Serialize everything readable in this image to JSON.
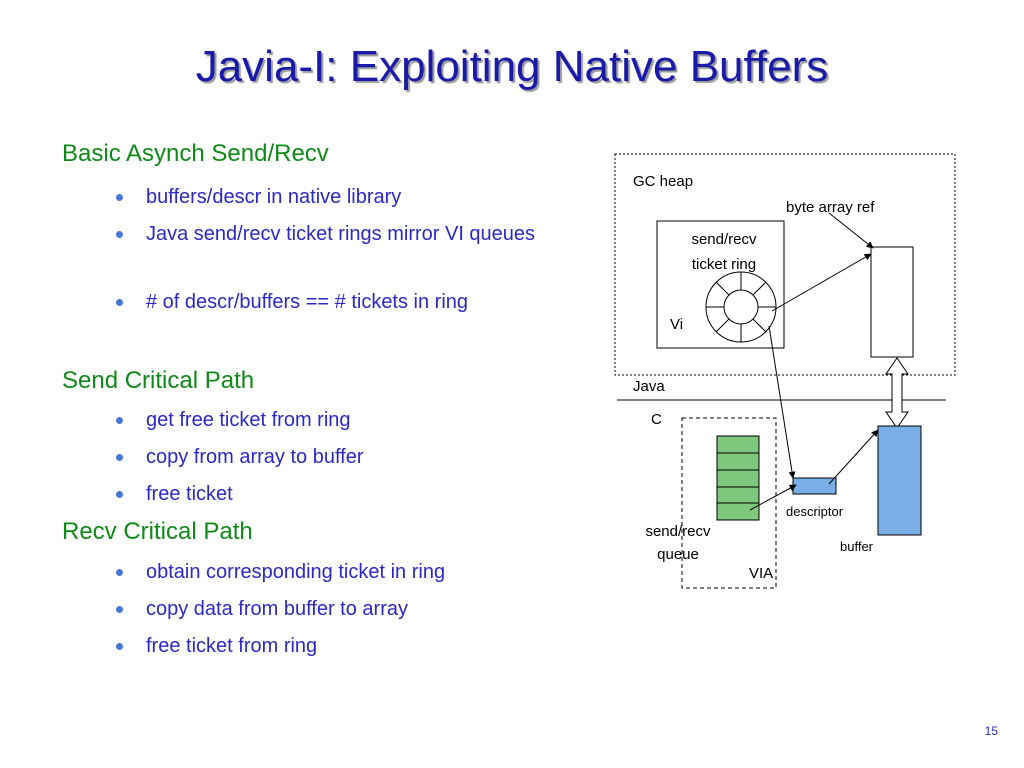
{
  "slide": {
    "title": "Javia-I: Exploiting Native Buffers",
    "page_number": "15"
  },
  "sections": [
    {
      "heading": "Basic Asynch Send/Recv",
      "bullets": [
        "buffers/descr in native library",
        "Java send/recv ticket rings mirror VI queues",
        "# of descr/buffers == # tickets in ring"
      ]
    },
    {
      "heading": "Send Critical Path",
      "bullets": [
        "get free ticket from ring",
        "copy from array to buffer",
        "free ticket"
      ]
    },
    {
      "heading": "Recv Critical Path",
      "bullets": [
        "obtain corresponding ticket in ring",
        "copy data from buffer to array",
        "free ticket from ring"
      ]
    }
  ],
  "diagram": {
    "gc_heap": "GC heap",
    "byte_array_ref": "byte array ref",
    "ring_label_1": "send/recv",
    "ring_label_2": "ticket ring",
    "vi": "Vi",
    "java": "Java",
    "c": "C",
    "queue_label_1": "send/recv",
    "queue_label_2": "queue",
    "via": "VIA",
    "descriptor": "descriptor",
    "buffer": "buffer",
    "colors": {
      "green": "#7dc87d",
      "blue": "#7aaee6"
    }
  }
}
